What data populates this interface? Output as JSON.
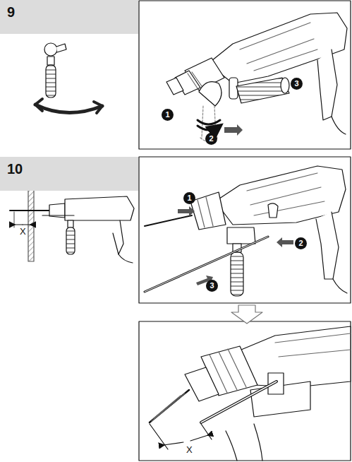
{
  "diagram": {
    "nodes": [
      {
        "text": [
          "9"
        ]
      },
      {
        "text": [
          "1"
        ]
      },
      {
        "text": [
          "2"
        ]
      },
      {
        "text": [
          "3"
        ]
      },
      {
        "text": [
          "10"
        ]
      },
      {
        "text": [
          "1"
        ]
      },
      {
        "text": [
          "2"
        ]
      },
      {
        "text": [
          "3"
        ]
      }
    ],
    "labels": [
      "X",
      "X"
    ]
  }
}
